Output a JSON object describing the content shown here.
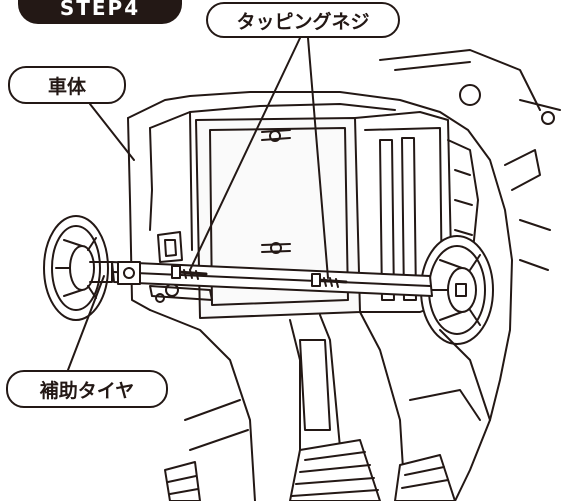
{
  "step": {
    "label": "STEP4"
  },
  "callouts": {
    "screws": "タッピングネジ",
    "body": "車体",
    "aux_wheel": "補助タイヤ"
  },
  "colors": {
    "ink": "#231815",
    "paper": "#ffffff"
  }
}
